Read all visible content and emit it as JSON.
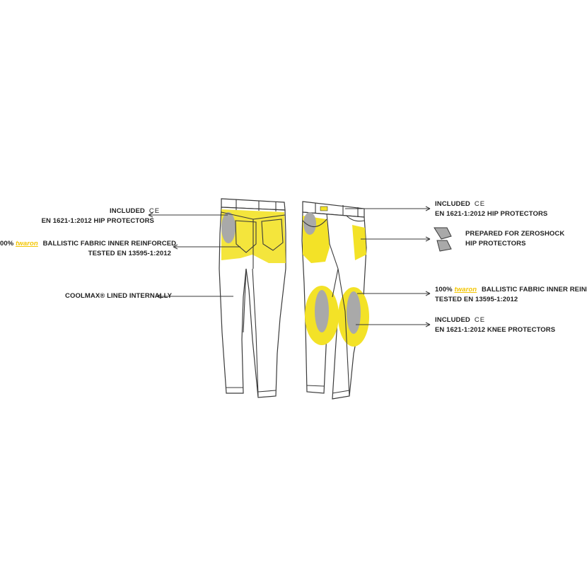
{
  "colors": {
    "accent": "#f3e227",
    "protector": "#a9a9a9",
    "line": "#3a3a3a"
  },
  "labels": {
    "left_hip_included": "INCLUDED",
    "left_hip_ce": "CE",
    "left_hip_standard": "EN 1621-1:2012 HIP PROTECTORS",
    "left_ballistic_pct": "00%",
    "left_ballistic_brand": "twaron",
    "left_ballistic_text": "BALLISTIC FABRIC INNER REINFORCED",
    "left_ballistic_test": "TESTED EN 13595-1:2012",
    "coolmax": "COOLMAX® LINED INTERNALLY",
    "right_hip_included": "INCLUDED",
    "right_hip_ce": "CE",
    "right_hip_standard": "EN 1621-1:2012 HIP PROTECTORS",
    "zeroshock_line1": "PREPARED FOR ZEROSHOCK",
    "zeroshock_line2": "HIP PROTECTORS",
    "right_ballistic_pct": "100%",
    "right_ballistic_brand": "twaron",
    "right_ballistic_text": "BALLISTIC FABRIC INNER REINFORC",
    "right_ballistic_test": "TESTED EN 13595-1:2012",
    "knee_included": "INCLUDED",
    "knee_ce": "CE",
    "knee_standard": "EN 1621-1:2012 KNEE PROTECTORS"
  }
}
